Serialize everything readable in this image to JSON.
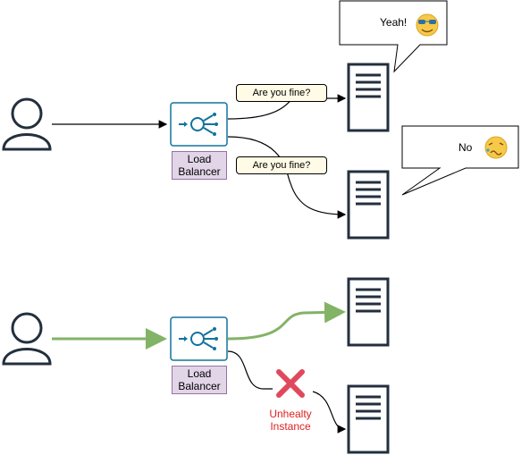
{
  "top": {
    "lb_label": "Load Balancer",
    "probe_1": "Are you fine?",
    "probe_2": "Are you fine?",
    "reply_yes": "Yeah!",
    "reply_no": "No"
  },
  "bottom": {
    "lb_label": "Load Balancer",
    "unhealthy_label": "Unhealty Instance"
  },
  "colors": {
    "lb_border": "#10739e",
    "healthy_path": "#82b366",
    "unhealthy_x": "#e0485c",
    "lb_label_bg": "#e1d5e7",
    "emoji_yellow": "#f7c948"
  },
  "icons": [
    "user-icon",
    "load-balancer-icon",
    "server-icon",
    "cool-emoji-icon",
    "sick-emoji-icon",
    "x-mark-icon"
  ]
}
